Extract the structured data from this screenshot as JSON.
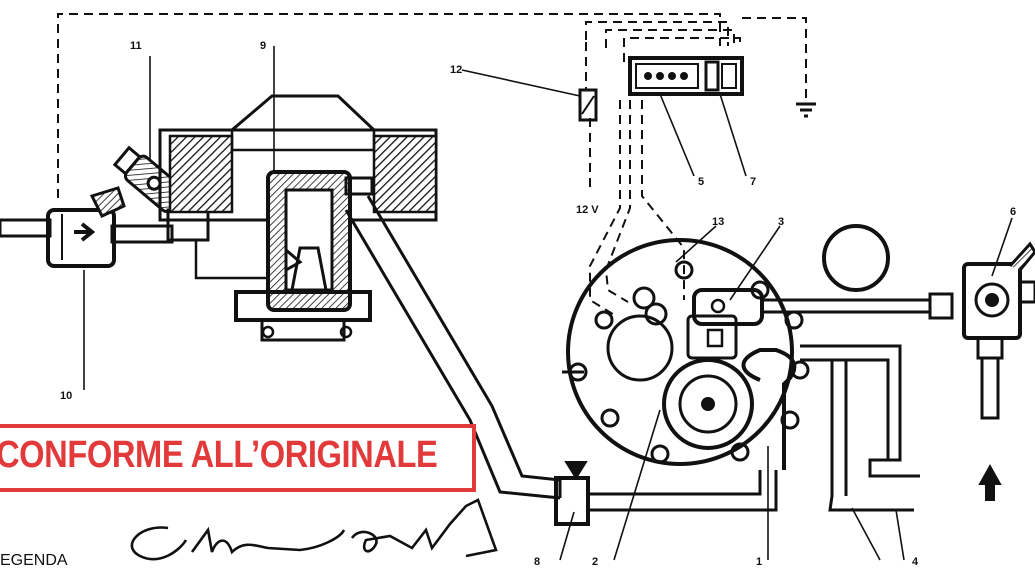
{
  "labels": {
    "l1": "1",
    "l2": "2",
    "l3": "3",
    "l4": "4",
    "l5": "5",
    "l6": "6",
    "l7": "7",
    "l8": "8",
    "l9": "9",
    "l10": "10",
    "l11": "11",
    "l12": "12",
    "l13": "13",
    "voltage": "12 V"
  },
  "stamp": {
    "text": "CONFORME ALL’ORIGINALE",
    "color": "#e23a3a"
  },
  "legend": {
    "text": "EGENDA"
  },
  "signature": "Glows"
}
